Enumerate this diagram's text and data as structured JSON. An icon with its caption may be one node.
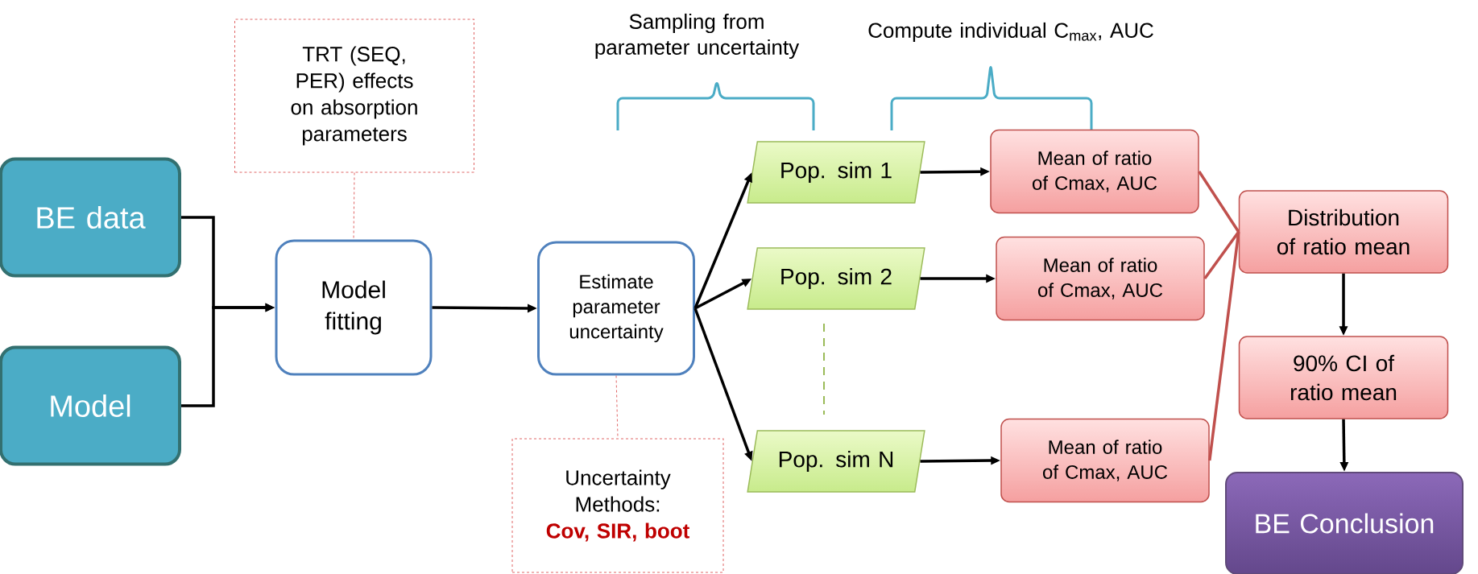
{
  "diagram": {
    "nodes": [
      {
        "text": [
          "BE data"
        ]
      },
      {
        "text": [
          "Model"
        ]
      },
      {
        "text": [
          "Model fitting"
        ]
      },
      {
        "text": [
          "Estimate parameter uncertainty"
        ]
      },
      {
        "text": [
          "TRT (SEQ, PER) effects on absorption parameters"
        ]
      },
      {
        "text": [
          "Uncertainty Methods:",
          "Cov, SIR, boot"
        ]
      },
      {
        "text": [
          "Pop. sim 1"
        ]
      },
      {
        "text": [
          "Pop. sim 2"
        ]
      },
      {
        "text": [
          "Pop. sim N"
        ]
      },
      {
        "text": [
          "Mean of ratio of Cmax, AUC"
        ]
      },
      {
        "text": [
          "Mean of ratio of Cmax, AUC"
        ]
      },
      {
        "text": [
          "Mean of ratio of Cmax, AUC"
        ]
      },
      {
        "text": [
          "Distribution of ratio mean"
        ]
      },
      {
        "text": [
          "90% CI of ratio mean"
        ]
      },
      {
        "text": [
          "BE Conclusion"
        ]
      }
    ],
    "edges": [
      {
        "from": 0,
        "to": 2,
        "arrow": "to"
      },
      {
        "from": 1,
        "to": 2,
        "arrow": "to"
      },
      {
        "from": 2,
        "to": 3,
        "arrow": "to"
      },
      {
        "from": 4,
        "to": 2,
        "arrow": "none",
        "style": "dashed",
        "color": "#e06666"
      },
      {
        "from": 3,
        "to": 5,
        "arrow": "none",
        "style": "dashed",
        "color": "#e06666"
      },
      {
        "from": 3,
        "to": 6,
        "arrow": "to"
      },
      {
        "from": 3,
        "to": 7,
        "arrow": "to"
      },
      {
        "from": 3,
        "to": 8,
        "arrow": "to"
      },
      {
        "from": 6,
        "to": 9,
        "arrow": "to"
      },
      {
        "from": 7,
        "to": 10,
        "arrow": "to"
      },
      {
        "from": 8,
        "to": 11,
        "arrow": "to"
      },
      {
        "from": 9,
        "to": 12,
        "arrow": "none",
        "color": "#c0504d"
      },
      {
        "from": 10,
        "to": 12,
        "arrow": "none",
        "color": "#c0504d"
      },
      {
        "from": 11,
        "to": 12,
        "arrow": "none",
        "color": "#c0504d"
      },
      {
        "from": 12,
        "to": 13,
        "arrow": "to"
      },
      {
        "from": 13,
        "to": 14,
        "arrow": "to"
      }
    ],
    "labels": [
      "Sampling from parameter uncertainty",
      "Compute individual C$_{max}$, AUC"
    ]
  }
}
